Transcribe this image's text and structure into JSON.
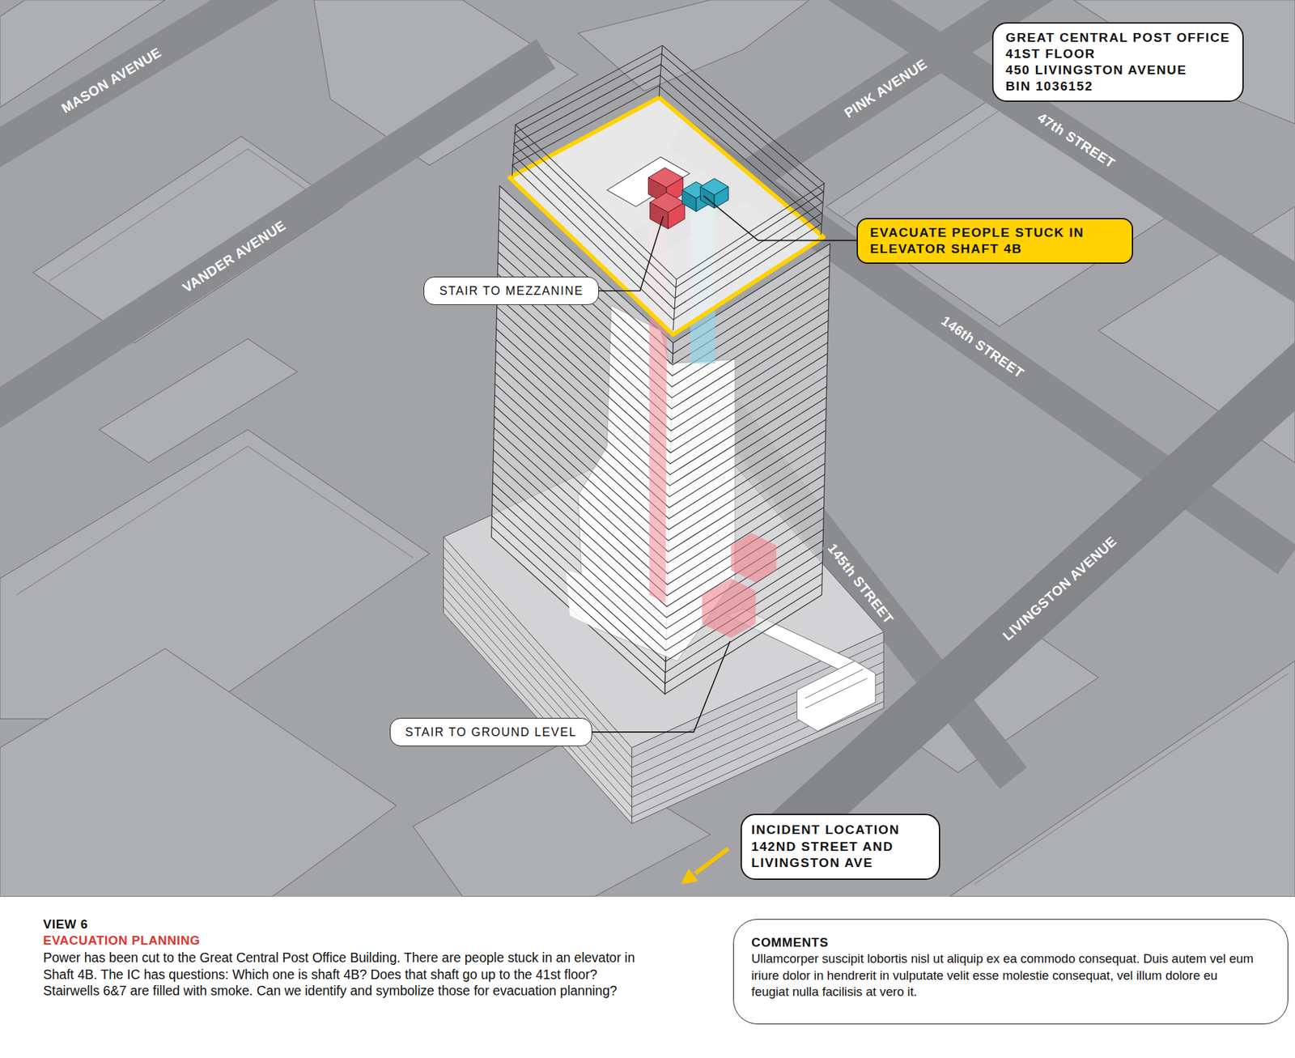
{
  "diagram": {
    "title": "EVACUATION PLANNING",
    "caption": "Power has been cut to the Great Central Post Office Building. There are people stuck in an elevator in Shaft 4B. The IC has questions: Which one is shaft 4B? Does that shaft go up to the 41st floor? Stairwells 6&7 are filled with smoke. Can we identify and symbolize those for evacuation planning?",
    "nodes": [
      {
        "text": [
          "GREAT CENTRAL POST OFFICE",
          "41ST FLOOR",
          "450 LIVINGSTON AVENUE",
          "BIN 1036152"
        ]
      },
      {
        "text": [
          "EVACUATE PEOPLE STUCK IN ELEVATOR SHAFT 4B"
        ]
      },
      {
        "text": [
          "STAIR TO MEZZANINE"
        ]
      },
      {
        "text": [
          "STAIR TO GROUND LEVEL"
        ]
      },
      {
        "text": [
          "INCIDENT LOCATION 142ND STREET AND LIVINGSTON AVE"
        ]
      },
      {
        "text": [
          "COMMENTS",
          "Ullamcorper suscipit lobortis nisl ut aliquip ex ea commodo consequat. Duis autem vel eum iriure dolor in hendrerit in vulputate velit esse molestie consequat, vel illum dolore eu feugiat nulla facilisis at vero it."
        ]
      }
    ],
    "labels": [
      "MASON AVENUE",
      "VANDER AVENUE",
      "PINK AVENUE",
      "47th STREET",
      "146th STREET",
      "145th STREET",
      "LIVINGSTON AVENUE",
      "VIEW 6"
    ]
  }
}
